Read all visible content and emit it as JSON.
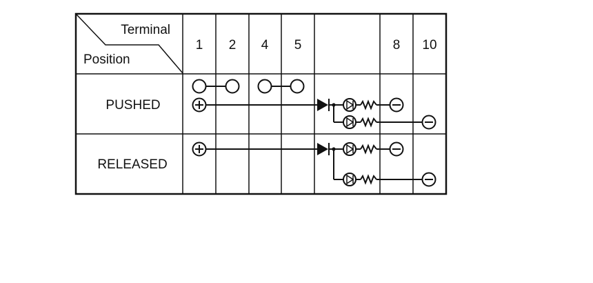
{
  "table": {
    "header": {
      "terminal_label": "Terminal",
      "position_label": "Position",
      "columns": [
        "1",
        "2",
        "4",
        "5",
        "",
        "8",
        "10"
      ]
    },
    "rows": [
      {
        "label": "PUSHED"
      },
      {
        "label": "RELEASED"
      }
    ]
  },
  "icons": {
    "positive": "plus-terminal-icon",
    "negative": "minus-terminal-icon",
    "contact": "contact-circle-icon",
    "diode": "diode-icon",
    "led": "led-icon",
    "resistor": "resistor-icon"
  }
}
